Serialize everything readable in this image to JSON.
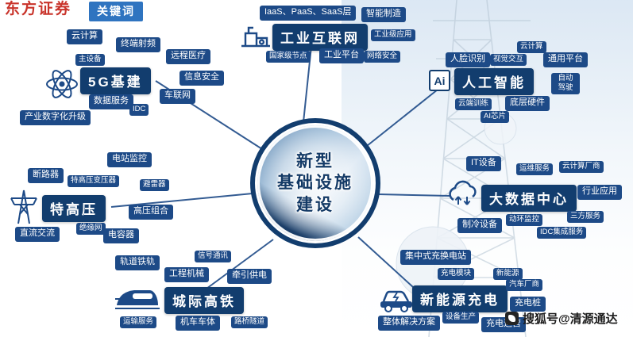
{
  "header": {
    "brand": "东方证券",
    "badge": "关键词"
  },
  "center": {
    "lines": [
      "新型",
      "基础设施",
      "建设"
    ]
  },
  "clusters": {
    "g5": {
      "title": "5G基建",
      "icon": "atom-icon",
      "tags": [
        "云计算",
        "终端射频",
        "主设备",
        "远程医疗",
        "信息安全",
        "数据服务",
        "车联网",
        "IDC",
        "产业数字化升级"
      ]
    },
    "industrial": {
      "title": "工业互联网",
      "icon": "factory-icon",
      "tags": [
        "IaaS、PaaS、SaaS层",
        "智能制造",
        "工业级应用",
        "国家级节点",
        "工业平台",
        "网络安全"
      ]
    },
    "ai": {
      "title": "人工智能",
      "icon": "ai-icon",
      "icon_label": "Ai",
      "tags": [
        "人脸识别",
        "云计算",
        "视觉交互",
        "通用平台",
        "自动驾驶",
        "云端训练",
        "底层硬件",
        "AI芯片"
      ]
    },
    "uhv": {
      "title": "特高压",
      "icon": "power-tower-icon",
      "tags": [
        "电站监控",
        "断路器",
        "特高压变压器",
        "避雷器",
        "高压组合",
        "直流交流",
        "绝缘网",
        "电容器"
      ]
    },
    "bigdata": {
      "title": "大数据中心",
      "icon": "cloud-data-icon",
      "tags": [
        "IT设备",
        "运维服务",
        "云计算厂商",
        "行业应用",
        "动环监控",
        "制冷设备",
        "三方服务",
        "IDC集成服务"
      ]
    },
    "rail": {
      "title": "城际高铁",
      "icon": "train-icon",
      "tags": [
        "轨道铁轨",
        "信号通讯",
        "工程机械",
        "牵引供电",
        "运输服务",
        "机车车体",
        "路桥隧道"
      ]
    },
    "ev": {
      "title": "新能源充电",
      "icon": "ev-car-icon",
      "tags": [
        "集中式充换电站",
        "充电模块",
        "新能源",
        "汽车厂商",
        "充电桩",
        "整体解决方案",
        "设备生产",
        "充电运营"
      ]
    }
  },
  "watermark": {
    "text": "搜狐号@清源通达"
  },
  "colors": {
    "navy_box": "#1d4a87",
    "navy_dark": "#123d6e",
    "badge_blue": "#2f74c0",
    "brand_red": "#c9342b"
  }
}
